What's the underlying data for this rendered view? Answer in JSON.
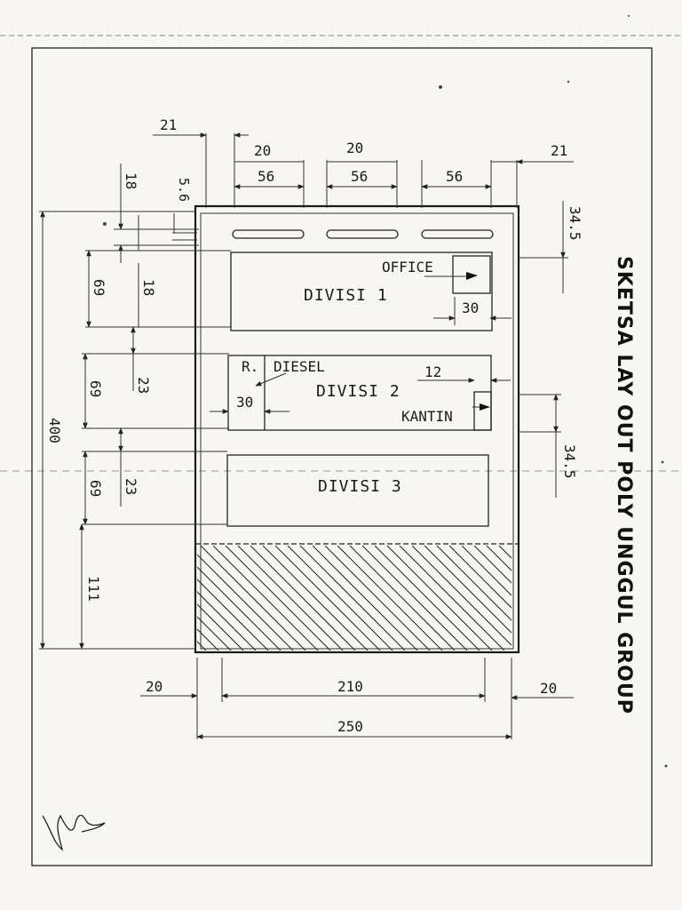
{
  "title": "SKETSA LAY OUT POLY UNGGUL GROUP",
  "rooms": {
    "divisi1": "DIVISI 1",
    "divisi2": "DIVISI 2",
    "divisi3": "DIVISI 3",
    "office": "OFFICE",
    "kantin": "KANTIN",
    "r_diesel_r": "R.",
    "r_diesel_name": "DIESEL"
  },
  "dimensions": {
    "top_21_left": "21",
    "top_20_left": "20",
    "top_20_right": "20",
    "top_21_right": "21",
    "top_56_a": "56",
    "top_56_b": "56",
    "top_56_c": "56",
    "left_18_top": "18",
    "left_5_6": "5.6",
    "right_34_5_top": "34.5",
    "right_34_5_bottom": "34.5",
    "left_69_a": "69",
    "left_18_b": "18",
    "left_69_b": "69",
    "left_23_a": "23",
    "left_69_c": "69",
    "left_23_b": "23",
    "left_111": "111",
    "left_400": "400",
    "office_30": "30",
    "diesel_30": "30",
    "kantin_12": "12",
    "bottom_20_left": "20",
    "bottom_210": "210",
    "bottom_20_right": "20",
    "bottom_250": "250"
  }
}
